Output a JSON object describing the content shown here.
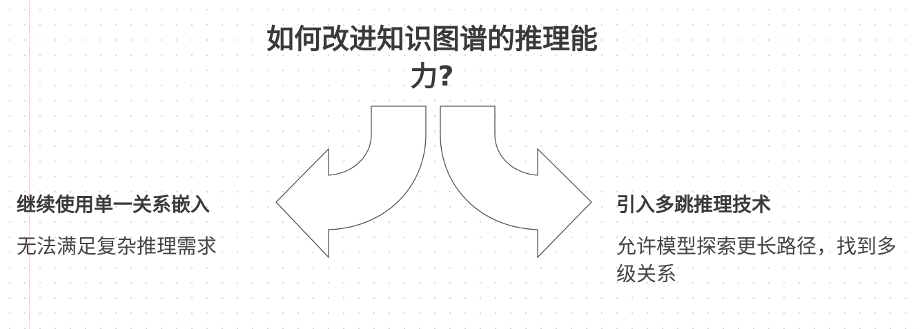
{
  "diagram": {
    "title": "如何改进知识图谱的推理能力?",
    "options": [
      {
        "heading": "继续使用单一关系嵌入",
        "description": "无法满足复杂推理需求"
      },
      {
        "heading": "引入多跳推理技术",
        "description": "允许模型探索更长路径，找到多级关系"
      }
    ],
    "colors": {
      "background": "#ffffff",
      "grid_dots": "#d9d9d9",
      "margin_line": "#f3d3d8",
      "text": "#3a3a3a",
      "arrow_stroke": "#555555"
    }
  }
}
